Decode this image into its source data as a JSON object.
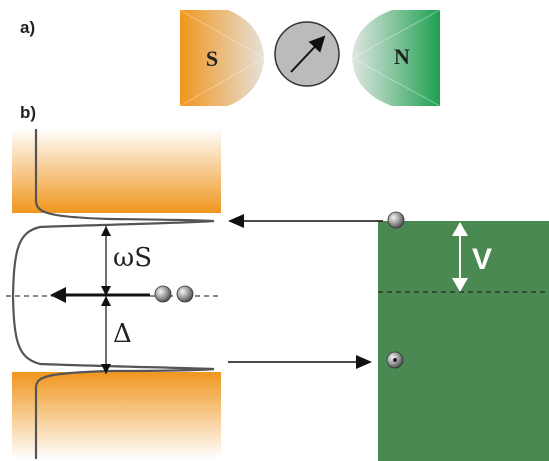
{
  "panels": {
    "a": {
      "label": "a)"
    },
    "b": {
      "label": "b)"
    }
  },
  "junction": {
    "superconductor_label": "S",
    "normal_label": "N",
    "spin_icon": "arrow-in-circle-icon"
  },
  "energy_diagram": {
    "subgap_state_label": "ωS",
    "gap_label": "Δ",
    "bias_label": "V"
  },
  "colors": {
    "superconductor": "#f0961e",
    "normal_metal": "#4a8a52",
    "normal_lead": "#1ea050",
    "spin_disc": "#bbbbbb",
    "dos_curve": "#555555"
  }
}
